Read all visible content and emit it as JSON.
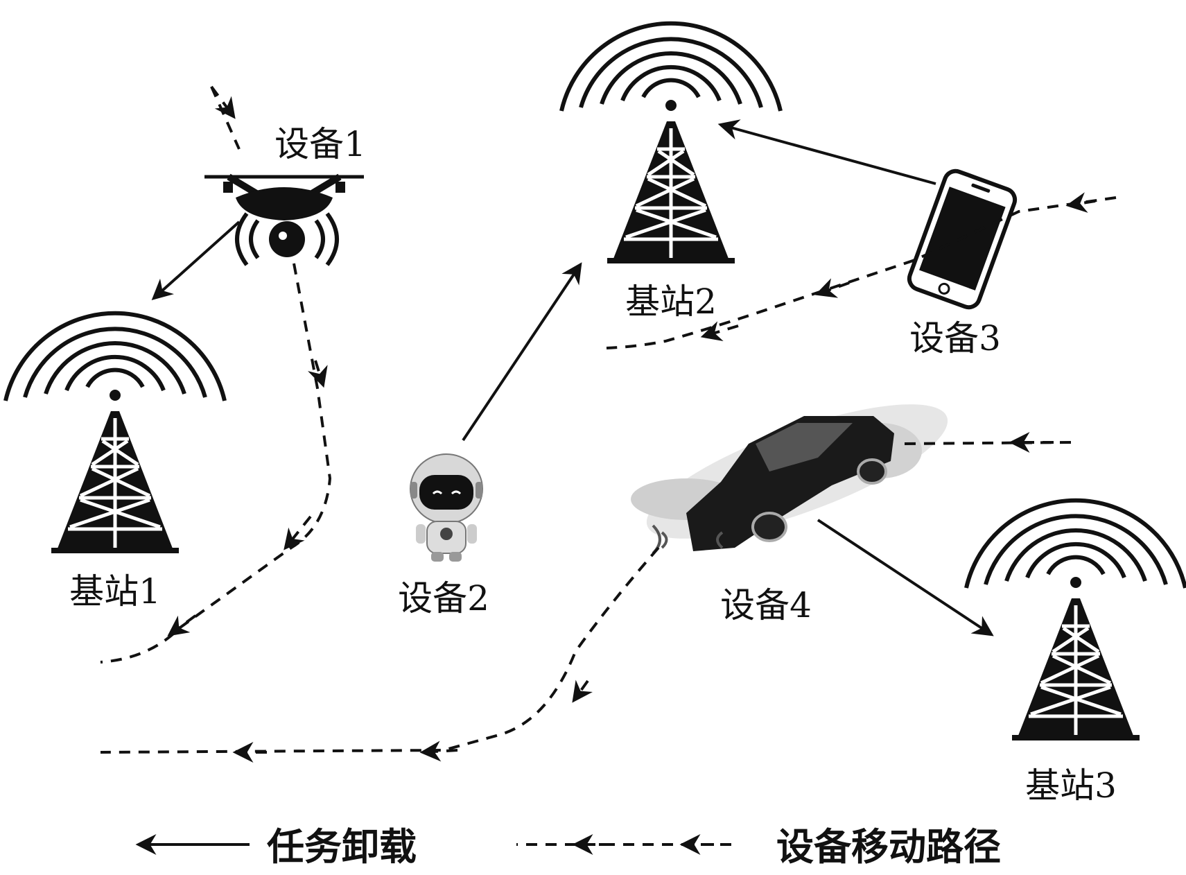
{
  "stations": [
    {
      "label": "基站1"
    },
    {
      "label": "基站2"
    },
    {
      "label": "基站3"
    }
  ],
  "devices": [
    {
      "label": "设备1",
      "icon": "drone-icon"
    },
    {
      "label": "设备2",
      "icon": "robot-icon"
    },
    {
      "label": "设备3",
      "icon": "smartphone-icon"
    },
    {
      "label": "设备4",
      "icon": "car-icon"
    }
  ],
  "legend": {
    "offload": "任务卸载",
    "movement": "设备移动路径"
  }
}
